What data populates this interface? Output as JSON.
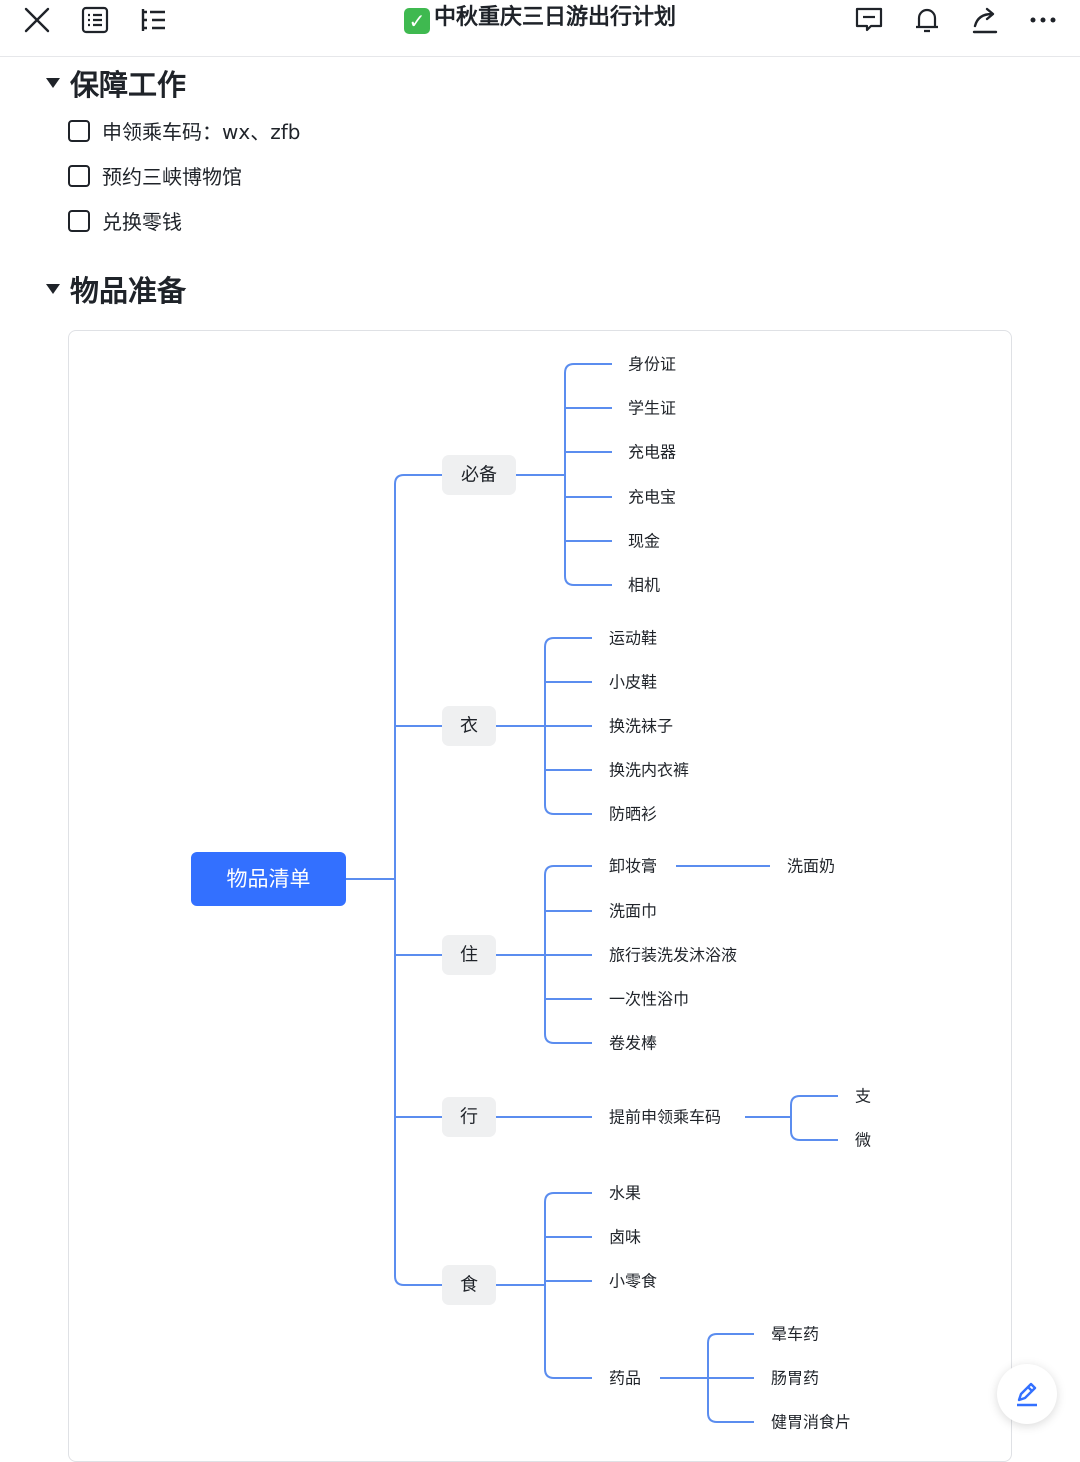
{
  "header": {
    "title": "中秋重庆三日游出行计划",
    "title_emoji": "✓",
    "icons": [
      "close-icon",
      "outline-icon",
      "toc-icon",
      "comment-icon",
      "bell-icon",
      "share-icon",
      "more-icon"
    ]
  },
  "sections": [
    {
      "title": "保障工作",
      "todos": [
        {
          "label": "申领乘车码：wx、zfb",
          "checked": false
        },
        {
          "label": "预约三峡博物馆",
          "checked": false
        },
        {
          "label": "兑换零钱",
          "checked": false
        }
      ]
    },
    {
      "title": "物品准备"
    }
  ],
  "mindmap": {
    "root": "物品清单",
    "root_color": "#3370ff",
    "line_color": "#5b8def",
    "branches": [
      {
        "label": "必备",
        "children": [
          {
            "label": "身份证"
          },
          {
            "label": "学生证"
          },
          {
            "label": "充电器"
          },
          {
            "label": "充电宝"
          },
          {
            "label": "现金"
          },
          {
            "label": "相机"
          }
        ]
      },
      {
        "label": "衣",
        "children": [
          {
            "label": "运动鞋"
          },
          {
            "label": "小皮鞋"
          },
          {
            "label": "换洗袜子"
          },
          {
            "label": "换洗内衣裤"
          },
          {
            "label": "防晒衫"
          }
        ]
      },
      {
        "label": "住",
        "children": [
          {
            "label": "卸妆膏",
            "children": [
              {
                "label": "洗面奶"
              }
            ]
          },
          {
            "label": "洗面巾"
          },
          {
            "label": "旅行装洗发沐浴液"
          },
          {
            "label": "一次性浴巾"
          },
          {
            "label": "卷发棒"
          }
        ]
      },
      {
        "label": "行",
        "children": [
          {
            "label": "提前申领乘车码",
            "children": [
              {
                "label": "支"
              },
              {
                "label": "微"
              }
            ]
          }
        ]
      },
      {
        "label": "食",
        "children": [
          {
            "label": "水果"
          },
          {
            "label": "卤味"
          },
          {
            "label": "小零食"
          },
          {
            "label": "药品",
            "children": [
              {
                "label": "晕车药"
              },
              {
                "label": "肠胃药"
              },
              {
                "label": "健胃消食片"
              }
            ]
          }
        ]
      }
    ]
  },
  "fab": {
    "icon": "edit-pencil-icon"
  }
}
